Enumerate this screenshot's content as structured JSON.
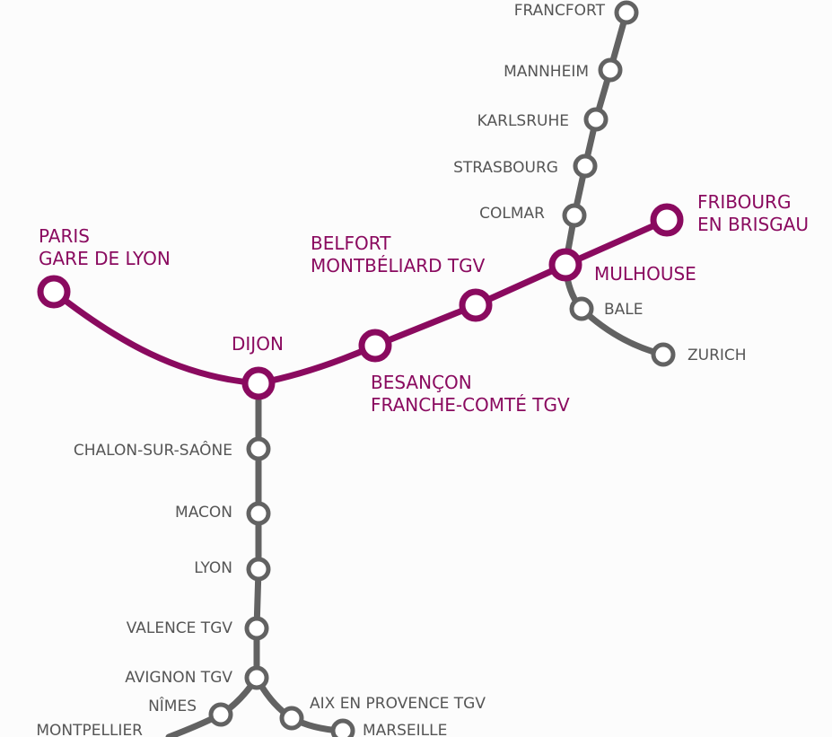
{
  "colors": {
    "main_line": "#8a0a5f",
    "branch_line": "#626262",
    "station_fill": "#ffffff",
    "main_text": "#8a0a5f",
    "branch_text": "#555555",
    "background": "#fcfcfc"
  },
  "main_stations": {
    "paris": {
      "line1": "PARIS",
      "line2": "GARE DE LYON"
    },
    "dijon": {
      "line1": "DIJON"
    },
    "besancon": {
      "line1": "BESANÇON",
      "line2": "FRANCHE-COMTÉ TGV"
    },
    "belfort": {
      "line1": "BELFORT",
      "line2": "MONTBÉLIARD TGV"
    },
    "mulhouse": {
      "line1": "MULHOUSE"
    },
    "fribourg": {
      "line1": "FRIBOURG",
      "line2": "EN BRISGAU"
    }
  },
  "north_branch": [
    "FRANCFORT",
    "MANNHEIM",
    "KARLSRUHE",
    "STRASBOURG",
    "COLMAR"
  ],
  "swiss_branch": [
    "BALE",
    "ZURICH"
  ],
  "south_branch": [
    "CHALON-SUR-SAÔNE",
    "MACON",
    "LYON",
    "VALENCE TGV",
    "AVIGNON TGV"
  ],
  "south_west": [
    "NÎMES",
    "MONTPELLIER"
  ],
  "south_east": [
    "AIX EN PROVENCE TGV",
    "MARSEILLE"
  ]
}
